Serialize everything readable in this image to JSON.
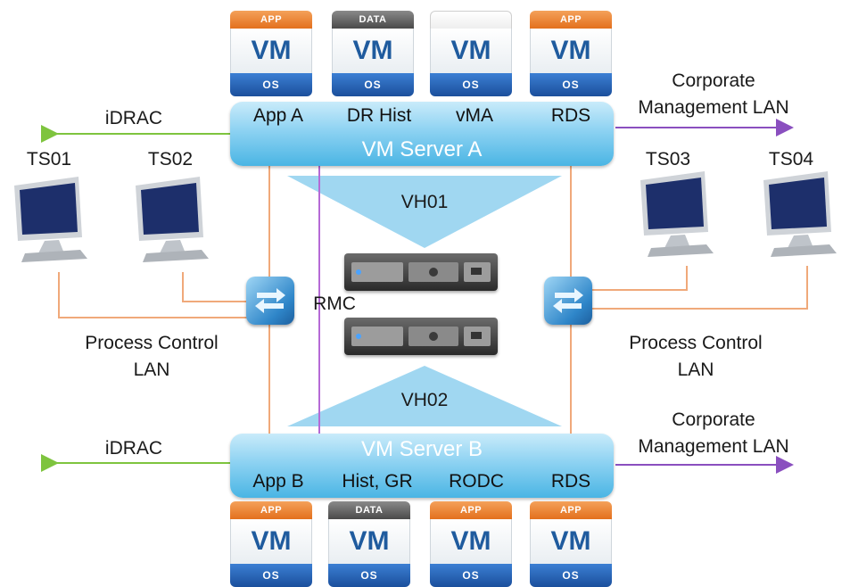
{
  "top_vms": [
    {
      "header": "APP",
      "body": "VM",
      "footer": "OS",
      "kind": "app"
    },
    {
      "header": "DATA",
      "body": "VM",
      "footer": "OS",
      "kind": "data"
    },
    {
      "header": "",
      "body": "VM",
      "footer": "OS",
      "kind": "none"
    },
    {
      "header": "APP",
      "body": "VM",
      "footer": "OS",
      "kind": "app"
    }
  ],
  "bottom_vms": [
    {
      "header": "APP",
      "body": "VM",
      "footer": "OS",
      "kind": "app"
    },
    {
      "header": "DATA",
      "body": "VM",
      "footer": "OS",
      "kind": "data"
    },
    {
      "header": "APP",
      "body": "VM",
      "footer": "OS",
      "kind": "app"
    },
    {
      "header": "APP",
      "body": "VM",
      "footer": "OS",
      "kind": "app"
    }
  ],
  "server_a": {
    "title": "VM Server A",
    "vm_labels": [
      "App A",
      "DR Hist",
      "vMA",
      "RDS"
    ]
  },
  "server_b": {
    "title": "VM Server B",
    "vm_labels": [
      "App B",
      "Hist, GR",
      "RODC",
      "RDS"
    ]
  },
  "hosts": {
    "vh01": "VH01",
    "vh02": "VH02"
  },
  "rmc": "RMC",
  "terminals": {
    "ts01": "TS01",
    "ts02": "TS02",
    "ts03": "TS03",
    "ts04": "TS04"
  },
  "links": {
    "idrac_top": "iDRAC",
    "idrac_bottom": "iDRAC",
    "corp_top_line1": "Corporate",
    "corp_top_line2": "Management LAN",
    "corp_bottom_line1": "Corporate",
    "corp_bottom_line2": "Management LAN"
  },
  "pcl_left": {
    "line1": "Process Control",
    "line2": "LAN"
  },
  "pcl_right": {
    "line1": "Process Control",
    "line2": "LAN"
  },
  "colors": {
    "idrac_arrow": "#7ec43e",
    "corp_arrow": "#8a4fbf",
    "orange_line": "#f0a97a",
    "purple_line": "#b56ad6",
    "triangle": "#8fd0ee",
    "server_bar": "#4ab5e4"
  }
}
